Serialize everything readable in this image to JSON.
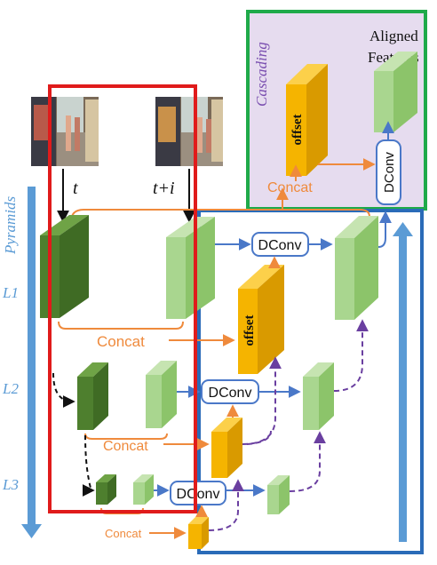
{
  "labels": {
    "t": "t",
    "t_plus_i": "t+i",
    "pyramids": "Pyramids",
    "cascading": "Cascading",
    "aligned_features_line1": "Aligned",
    "aligned_features_line2": "Features",
    "offset": "offset",
    "concat": "Concat",
    "dconv": "DConv",
    "levels": [
      "L1",
      "L2",
      "L3"
    ]
  },
  "colors": {
    "red_box": "#e01b1b",
    "green_box": "#1faa4a",
    "blue_box": "#2a6bb8",
    "cascade_bg": "#e6dcef",
    "dark_green": "#4e7f2e",
    "light_green": "#a9d68f",
    "offset_yellow": "#f5b400",
    "orange_arrow": "#ef8a3c",
    "blue_arrow": "#4a78c8",
    "purple_dashed": "#6a3fa0",
    "pyramid_bar": "#5b9bd5"
  },
  "icons": {
    "frame_t": "video-frame-street-photo",
    "frame_t_plus_i": "video-frame-street-photo"
  }
}
